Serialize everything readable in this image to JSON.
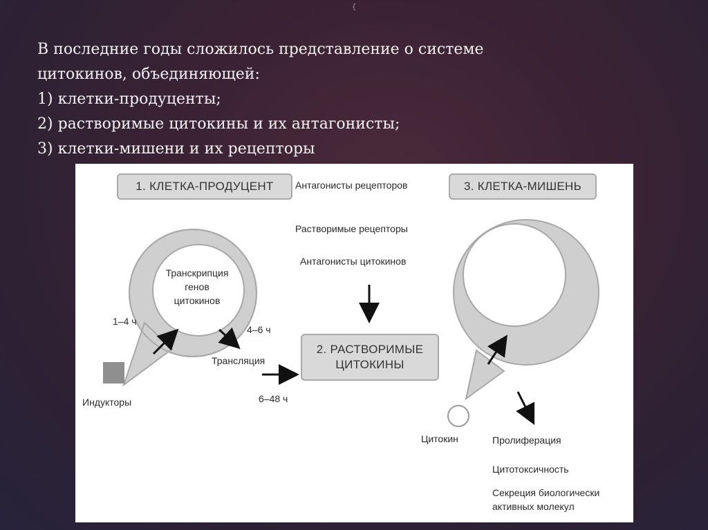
{
  "slide": {
    "corner_mark": "{",
    "lines": [
      "В последние годы сложилось представление о системе",
      "цитокинов, объединяющей:",
      "1) клетки-продуценты;",
      "2) растворимые цитокины и их антагонисты;",
      "3) клетки-мишени и их рецепторы"
    ]
  },
  "diagram": {
    "box_producer": "1. КЛЕТКА-ПРОДУЦЕНТ",
    "box_soluble_line1": "2. РАСТВОРИМЫЕ",
    "box_soluble_line2": "ЦИТОКИНЫ",
    "box_target": "3. КЛЕТКА-МИШЕНЬ",
    "receptor_antagonists": "Антагонисты рецепторов",
    "soluble_receptors": "Растворимые рецепторы",
    "cytokine_antagonists": "Антагонисты цитокинов",
    "transcription_line1": "Транскрипция",
    "transcription_line2": "генов",
    "transcription_line3": "цитокинов",
    "time_1_4": "1–4 ч",
    "time_4_6": "4–6 ч",
    "translation": "Трансляция",
    "time_6_48": "6–48 ч",
    "inducers": "Индукторы",
    "cytokine": "Цитокин",
    "proliferation": "Пролиферация",
    "cytotoxicity": "Цитотоксичность",
    "secretion_line1": "Секреция биологически",
    "secretion_line2": "активных молекул"
  }
}
